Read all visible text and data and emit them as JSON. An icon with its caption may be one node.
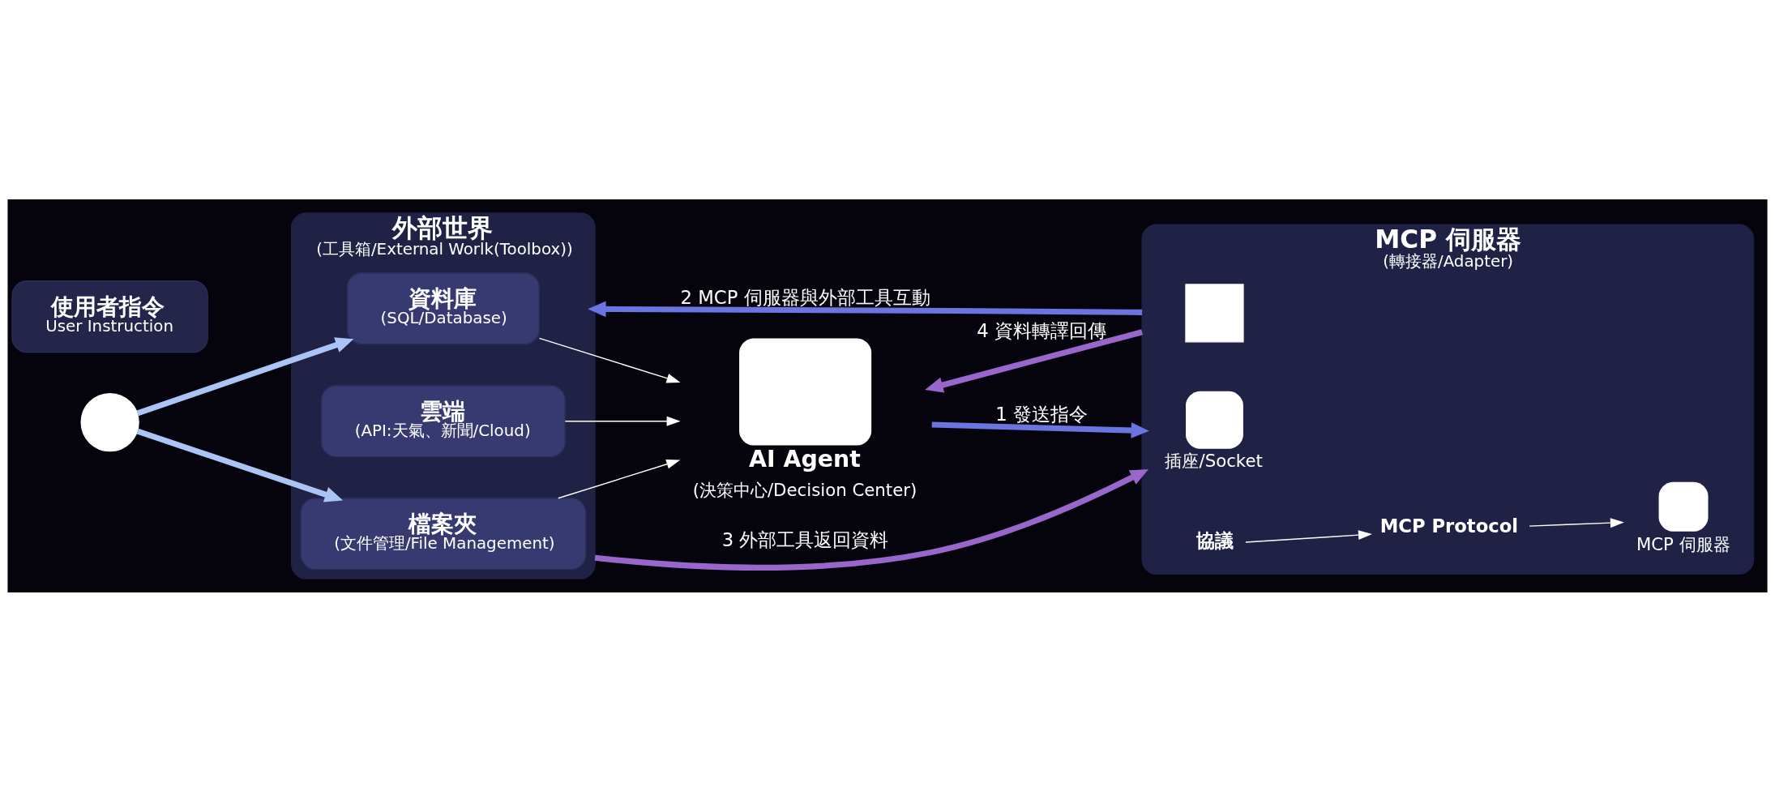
{
  "diagram": {
    "nodes": [
      {
        "text": [
          "外部世界",
          "(工具箱/External Worlk(Toolbox))"
        ]
      },
      {
        "text": [
          "資料庫",
          "(SQL/Database)"
        ],
        "in": 0
      },
      {
        "text": [
          "雲端",
          "(API:天氣、新聞/Cloud)"
        ],
        "in": 0
      },
      {
        "text": [
          "檔案夾",
          "(文件管理/File Management)"
        ],
        "in": 0
      },
      {
        "text": [],
        "shape": "circle"
      },
      {
        "text": [
          "使用者指令",
          "User Instruction"
        ]
      },
      {
        "text": [],
        "shape": "cloud",
        "beside": [
          "AI Agent",
          "(決策中心/Decision Center)"
        ]
      },
      {
        "text": [
          "MCP 伺服器",
          "(轉接器/Adapter)"
        ]
      },
      {
        "text": [],
        "shape": "box",
        "in": 7,
        "beside": [
          "插座/Socket"
        ]
      },
      {
        "text": [],
        "shape": "box",
        "in": 7
      },
      {
        "text": [
          "協議"
        ],
        "in": 7
      },
      {
        "text": [
          "MCP Protocol"
        ],
        "in": 7
      },
      {
        "text": [],
        "shape": "box",
        "in": 7,
        "beside": [
          "MCP 伺服器"
        ]
      }
    ],
    "edges": [
      {
        "from": 1,
        "to": 6,
        "arrow": "to"
      },
      {
        "from": 2,
        "to": 6,
        "arrow": "to"
      },
      {
        "from": 3,
        "to": 6,
        "arrow": "to"
      },
      {
        "from": 4,
        "to": 1,
        "arrow": "to",
        "color": "#a9c4f5"
      },
      {
        "from": 4,
        "to": 3,
        "arrow": "to",
        "color": "#a9c4f5"
      },
      {
        "from": 6,
        "to": 7,
        "arrow": "to",
        "label": "1 發送指令",
        "color": "#6b74e0"
      },
      {
        "from": 7,
        "to": 6,
        "arrow": "to",
        "label": "4 資料轉譯回傳",
        "color": "#9966cc"
      },
      {
        "from": 7,
        "to": 0,
        "arrow": "to",
        "label": "2 MCP 伺服器與外部工具互動",
        "color": "#6b74e0"
      },
      {
        "from": 0,
        "to": 7,
        "arrow": "to",
        "label": "3 外部工具返回資料",
        "color": "#9966cc"
      },
      {
        "from": 10,
        "to": 11,
        "arrow": "to"
      },
      {
        "from": 11,
        "to": 12,
        "arrow": "to"
      }
    ]
  }
}
